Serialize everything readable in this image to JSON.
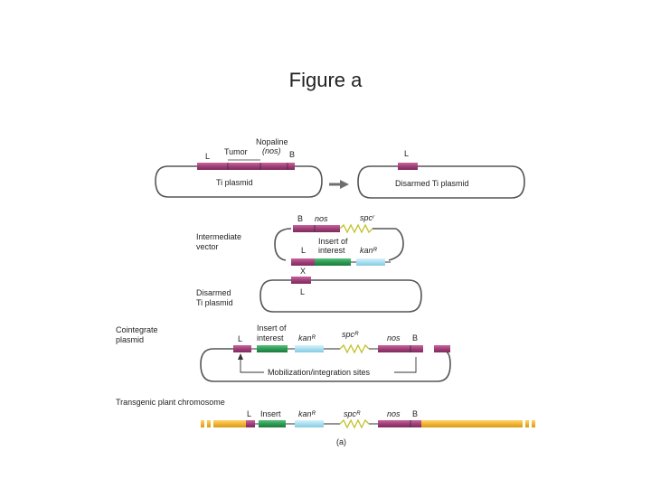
{
  "title": "Figure a",
  "labels": {
    "nopaline": "Nopaline",
    "nos_paren": "(nos)",
    "tumor": "Tumor",
    "L": "L",
    "B": "B",
    "ti_plasmid": "Ti plasmid",
    "disarmed_ti_plasmid": "Disarmed Ti plasmid",
    "nos": "nos",
    "spc_r": "spcʳ",
    "intermediate": "Intermediate",
    "vector": "vector",
    "insert_of": "Insert of",
    "interest": "interest",
    "kan_r": "kanᴿ",
    "x": "X",
    "disarmed": "Disarmed",
    "ti_plasmid2": "Ti plasmid",
    "cointegrate": "Cointegrate",
    "plasmid": "plasmid",
    "spc_R": "spcᴿ",
    "mobilization": "Mobilization/integration sites",
    "transgenic": "Transgenic plant chromosome",
    "insert": "Insert",
    "caption": "(a)"
  },
  "colors": {
    "tdna": "#a0407a",
    "tdna_light": "#c9659b",
    "insert_green": "#2e9b55",
    "kan_blue": "#a9dff0",
    "spc_zigzag": "#c2c22a",
    "chromosome": "#f0b535",
    "arrow": "#6f6f6f"
  }
}
